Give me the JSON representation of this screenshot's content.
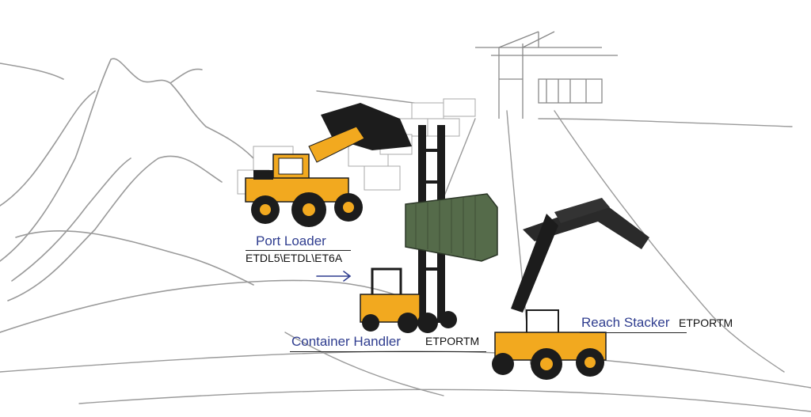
{
  "colors": {
    "title": "#2f3d8f",
    "model": "#111111",
    "machine_body": "#f2a91f",
    "machine_dark": "#1c1c1c",
    "container": "#556b4a",
    "sketch_line": "#9a9a9a"
  },
  "machines": [
    {
      "title": "Port Loader",
      "model": "ETDL5\\ETDL\\ET6A"
    },
    {
      "title": "Container Handler",
      "model": "ETPORTM"
    },
    {
      "title": "Reach Stacker",
      "model": "ETPORTM"
    }
  ],
  "icons": [
    "arrow-right-icon"
  ]
}
